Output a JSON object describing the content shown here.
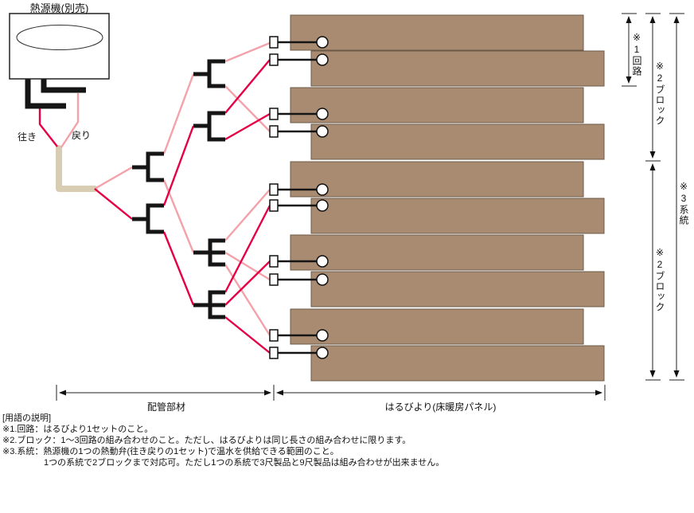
{
  "colors": {
    "supply_red": "#e60045",
    "return_pink": "#f4a2aa",
    "pair_pipe_beige": "#d8cdb2",
    "panel_brown": "#a98b71",
    "pipe_black": "#151515"
  },
  "heat_source": {
    "label": "熱源機(別売)"
  },
  "pipes": {
    "supply": "往き",
    "return": "戻り"
  },
  "dimensions": {
    "piping": "配管部材",
    "panels": "はるびより(床暖房パネル)",
    "circuit": "※1回路",
    "block_upper": "※2ブロック",
    "block_lower": "※2ブロック",
    "system": "※3系統"
  },
  "glossary": {
    "heading": "[用語の説明]",
    "lines": [
      {
        "text": "※1.回路：はるびより1セットのこと。",
        "indent": false
      },
      {
        "text": "※2.ブロック：1～3回路の組み合わせのこと。ただし、はるびよりは同じ長さの組み合わせに限ります。",
        "indent": false
      },
      {
        "text": "※3.系統：熱源機の1つの熱動弁(往き戻りの1セット)で温水を供給できる範囲のこと。",
        "indent": false
      },
      {
        "text": "1つの系統で2ブロックまで対応可。ただし1つの系統で3尺製品と9尺製品は組み合わせが出来ません。",
        "indent": true
      }
    ]
  }
}
